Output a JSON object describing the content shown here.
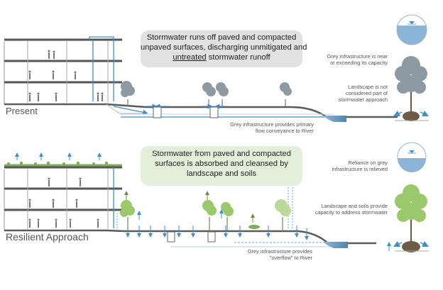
{
  "present": {
    "title": "Present",
    "bubble": {
      "line1": "Stormwater runs off paved and compacted",
      "line2": "unpaved surfaces, discharging unmitigated and",
      "line3_underlined": "untreated",
      "line3_rest": " stormwater runoff"
    },
    "grey_note": [
      "Grey infrastructure provides primary",
      "flow conveyance to River"
    ],
    "side_note_1": [
      "Grey infrastructure is near",
      "or exceeding its capacity"
    ],
    "side_note_2": [
      "Landscape is not",
      "considered part of",
      "stormwater approach"
    ]
  },
  "resilient": {
    "title": "Resilient Approach",
    "bubble": {
      "line1": "Stormwater from paved and compacted",
      "line2": "surfaces is absorbed and cleansed by",
      "line3": "landscape and soils"
    },
    "grey_note": [
      "Grey infrastructure provides",
      "\"overflow\" to River"
    ],
    "side_note_1": [
      "Reliance on grey",
      "infrastructure is relieved"
    ],
    "side_note_2": [
      "Landscape and soils provide",
      "capacity to address stormwater"
    ]
  },
  "colors": {
    "water": "#3b8fd3",
    "river": "#6f9fc2",
    "ground": "#5a5a5a",
    "tree_canopy_present": "#8e9aa3",
    "tree_canopy_resilient": "#9bc86a",
    "green_roof": "#7fae5a",
    "bubble_grey": "#e1e1e1",
    "bubble_green": "#e3efda"
  },
  "icons": [
    "building-icon",
    "people-icon",
    "tree-icon",
    "pipe-icon",
    "tank-gauge-icon",
    "rootball-tree-icon",
    "arrow-icon"
  ]
}
